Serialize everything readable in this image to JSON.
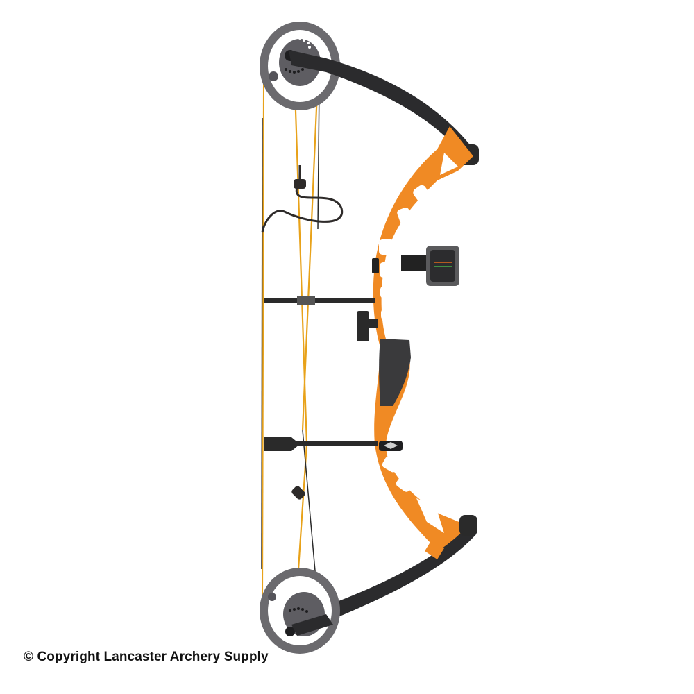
{
  "image": {
    "subject": "compound bow",
    "background": "#ffffff",
    "colors": {
      "riser": "#f08a24",
      "riser_shade": "#d9731a",
      "limbs": "#2b2b2d",
      "cams": "#6b6a6e",
      "string": "#e8a21a",
      "cable": "#2a2a2a"
    },
    "components": [
      "upper-cam",
      "upper-limb",
      "riser",
      "sight",
      "arrow-rest",
      "grip",
      "stabilizer-mount",
      "lower-limb",
      "lower-cam",
      "bowstring",
      "cables",
      "cable-guard-rod",
      "peep-sight",
      "d-loop"
    ]
  },
  "caption": {
    "text": "© Copyright Lancaster Archery Supply"
  }
}
